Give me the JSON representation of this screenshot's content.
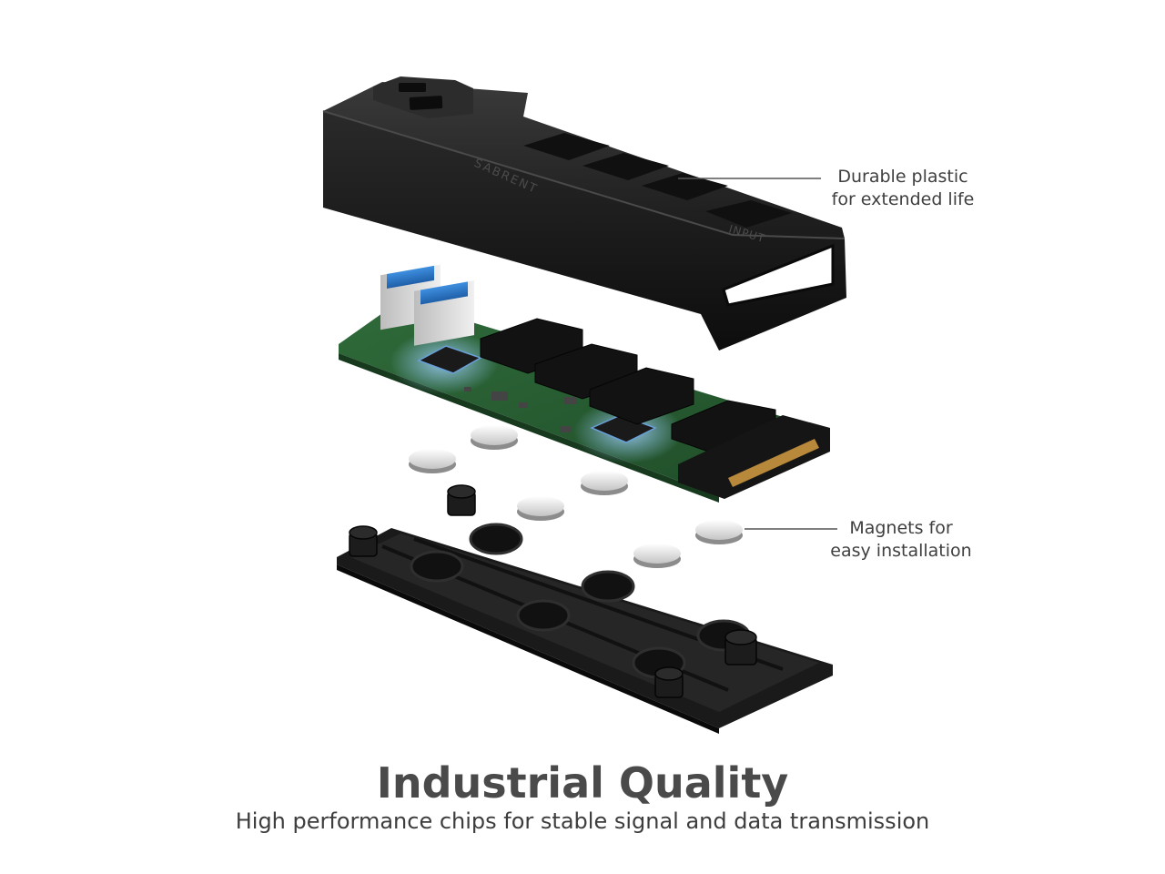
{
  "callouts": {
    "top": {
      "line1": "Durable plastic",
      "line2": "for extended life"
    },
    "bottom": {
      "line1": "Magnets for",
      "line2": "easy installation"
    }
  },
  "product_marks": {
    "brand": "SABRENT",
    "port_label": "INPUT"
  },
  "headline": "Industrial Quality",
  "subline": "High performance chips for stable signal and data transmission"
}
